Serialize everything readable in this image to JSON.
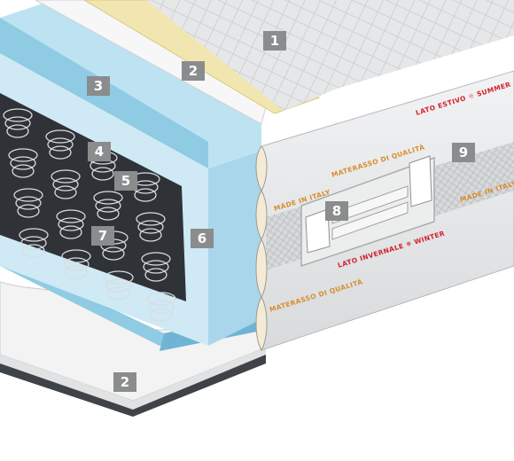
{
  "colors": {
    "top_fabric": "#f1f2f3",
    "latex_layer": "#f2e6b0",
    "cotton_layer": "#f7f7f7",
    "foam_blue": "#bde3f2",
    "foam_blue_side": "#8fcbe3",
    "felt_dark": "#3d4247",
    "springs": "#d9dde1",
    "side_panel": "#e8e9ea",
    "text_orange": "#d98c2c",
    "text_red": "#d4202c",
    "badge_grey": "#8a8c8e"
  },
  "callouts": [
    {
      "id": "callout-1",
      "number": "1"
    },
    {
      "id": "callout-2-top",
      "number": "2"
    },
    {
      "id": "callout-3",
      "number": "3"
    },
    {
      "id": "callout-4",
      "number": "4"
    },
    {
      "id": "callout-5",
      "number": "5"
    },
    {
      "id": "callout-6",
      "number": "6"
    },
    {
      "id": "callout-7",
      "number": "7"
    },
    {
      "id": "callout-8",
      "number": "8"
    },
    {
      "id": "callout-9",
      "number": "9"
    },
    {
      "id": "callout-2-bottom",
      "number": "2"
    }
  ],
  "side_labels": {
    "made_in_italy": "MADE IN ITALY",
    "materasso_di_qualita": "MATERASSO DI QUALITÀ",
    "lato_estivo": "LATO ESTIVO ☼ SUMMER",
    "lato_invernale": "LATO INVERNALE ❄ WINTER"
  }
}
